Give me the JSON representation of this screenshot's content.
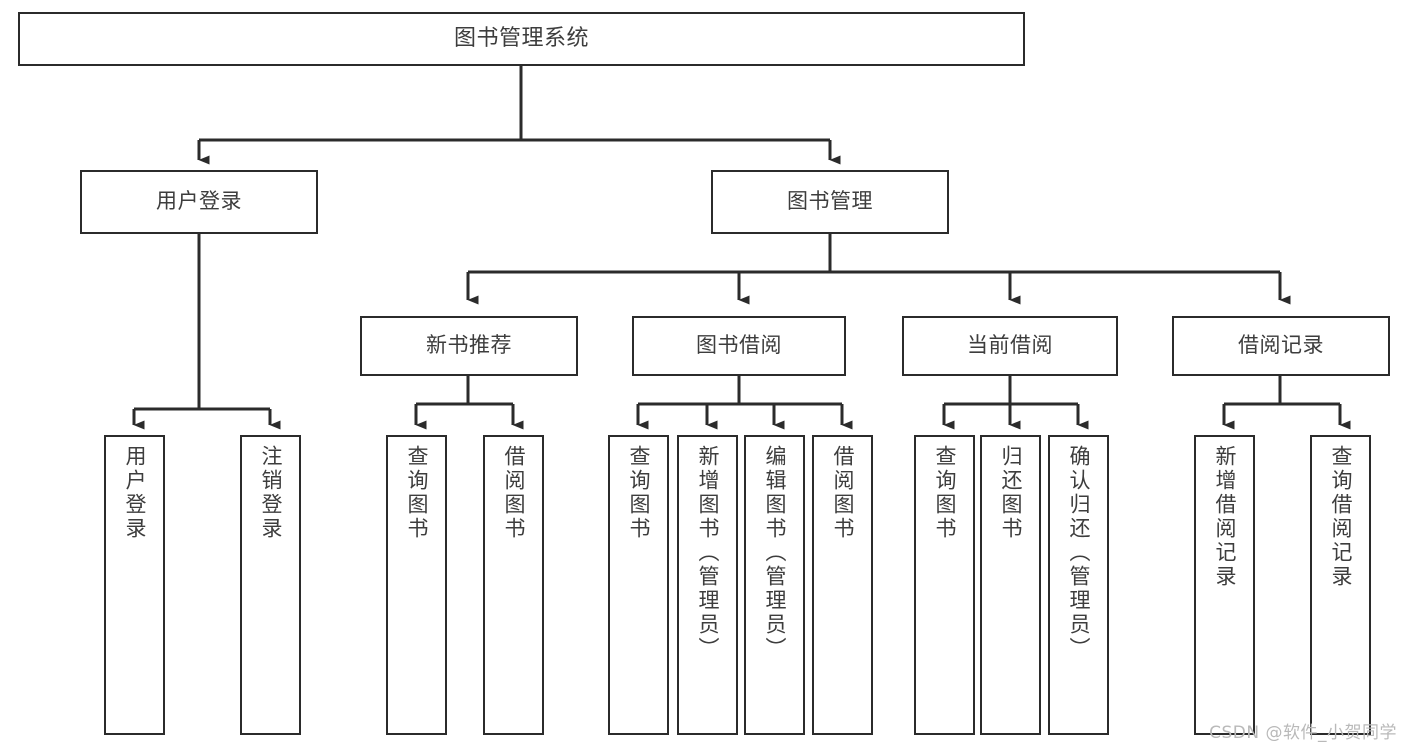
{
  "diagram": {
    "type": "tree",
    "title": "图书管理系统",
    "orientation": "top-down",
    "colors": {
      "box_border": "#2b2b2b",
      "box_fill": "#ffffff",
      "text": "#3d3d3d",
      "connector": "#2b2b2b",
      "watermark": "#b9b9b9",
      "background": "#ffffff"
    }
  },
  "nodes": {
    "root": {
      "label": "图书管理系统"
    },
    "level2": [
      {
        "label": "用户登录"
      },
      {
        "label": "图书管理"
      }
    ],
    "level3": [
      {
        "label": "新书推荐"
      },
      {
        "label": "图书借阅"
      },
      {
        "label": "当前借阅"
      },
      {
        "label": "借阅记录"
      }
    ],
    "leaves": {
      "user_login": [
        {
          "label": "用户登录"
        },
        {
          "label": "注销登录"
        }
      ],
      "new_book_recommend": [
        {
          "label": "查询图书"
        },
        {
          "label": "借阅图书"
        }
      ],
      "book_borrow": [
        {
          "label": "查询图书"
        },
        {
          "label": "新增图书（管理员）"
        },
        {
          "label": "编辑图书（管理员）"
        },
        {
          "label": "借阅图书"
        }
      ],
      "current_borrow": [
        {
          "label": "查询图书"
        },
        {
          "label": "归还图书"
        },
        {
          "label": "确认归还（管理员）"
        }
      ],
      "borrow_records": [
        {
          "label": "新增借阅记录"
        },
        {
          "label": "查询借阅记录"
        }
      ]
    }
  },
  "watermark": {
    "text": "CSDN @软件_小贺同学"
  }
}
